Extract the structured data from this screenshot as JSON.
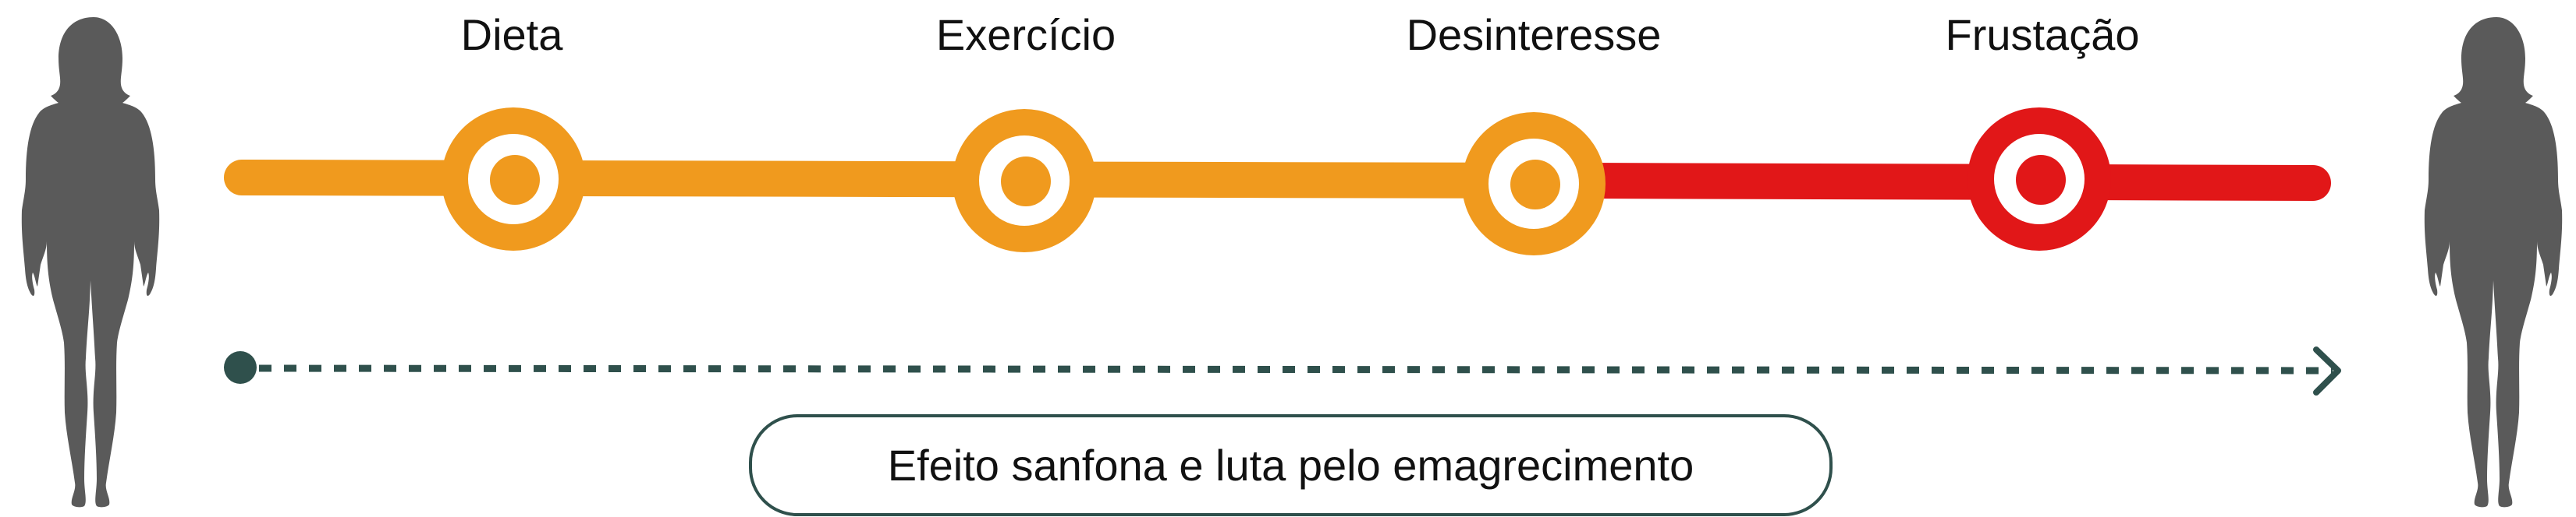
{
  "colors": {
    "orange": "#f09a1e",
    "red": "#e11718",
    "dark_green": "#2f504c",
    "silhouette": "#5a5a5a"
  },
  "stages": [
    {
      "label": "Dieta",
      "color": "orange"
    },
    {
      "label": "Exercício",
      "color": "orange"
    },
    {
      "label": "Desinteresse",
      "color": "orange"
    },
    {
      "label": "Frustação",
      "color": "red"
    }
  ],
  "caption": "Efeito sanfona e luta pelo emagrecimento",
  "icons": [
    "woman-silhouette-icon",
    "target-icon",
    "arrow-right-icon"
  ]
}
